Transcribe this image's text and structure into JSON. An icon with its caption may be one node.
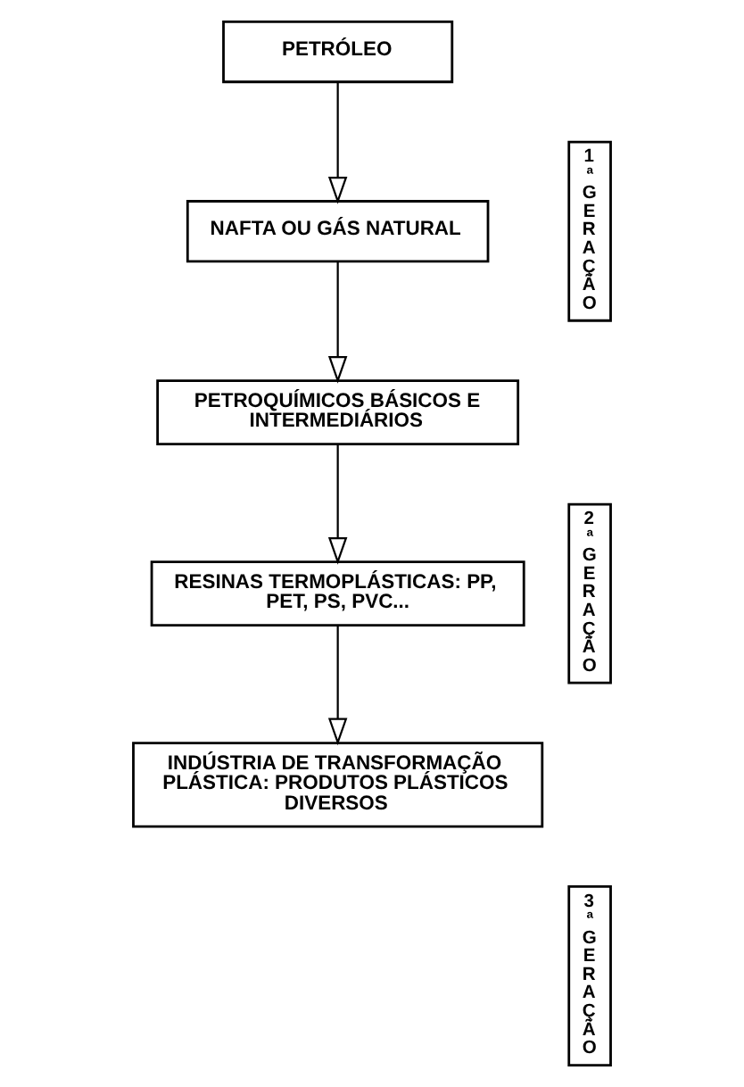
{
  "diagram": {
    "nodes": [
      {
        "text": [
          "PETRÓLEO"
        ]
      },
      {
        "text": [
          "NAFTA OU GÁS NATURAL"
        ]
      },
      {
        "text": [
          "PETROQUÍMICOS BÁSICOS E INTERMEDIÁRIOS"
        ]
      },
      {
        "text": [
          "RESINAS TERMOPLÁSTICAS: PP, PET, PS, PVC..."
        ]
      },
      {
        "text": [
          "INDÚSTRIA DE TRANSFORMAÇÃO PLÁSTICA: PRODUTOS PLÁSTICOS DIVERSOS"
        ]
      },
      {
        "text": [
          "1ª GERAÇÃO"
        ]
      },
      {
        "text": [
          "2ª GERAÇÃO"
        ]
      },
      {
        "text": [
          "3ª GERAÇÃO"
        ]
      }
    ],
    "edges": [
      {
        "from": 0,
        "to": 1,
        "arrow": "to"
      },
      {
        "from": 1,
        "to": 2,
        "arrow": "to"
      },
      {
        "from": 2,
        "to": 3,
        "arrow": "to"
      },
      {
        "from": 3,
        "to": 4,
        "arrow": "to"
      }
    ]
  }
}
